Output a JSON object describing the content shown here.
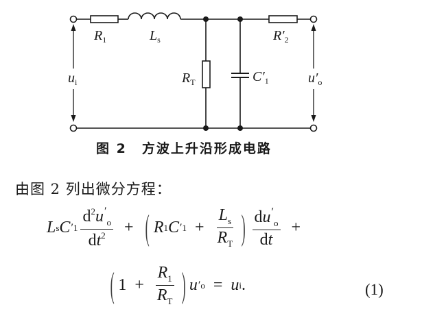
{
  "figure": {
    "labels": {
      "r1": {
        "main": "R",
        "sub": "1"
      },
      "ls": {
        "main": "L",
        "sub": "s"
      },
      "r2": {
        "main": "R′",
        "sub": "2"
      },
      "ui": {
        "main": "u",
        "sub": "i"
      },
      "rt": {
        "main": "R",
        "sub": "T"
      },
      "c1": {
        "main": "C′",
        "sub": "1"
      },
      "uo": {
        "main": "u′",
        "sub": "o"
      }
    },
    "caption_number": "图 2",
    "caption_title": "方波上升沿形成电路"
  },
  "text": {
    "intro": "由图 2 列出微分方程："
  },
  "equation": {
    "L": "L",
    "s": "s",
    "C": "C",
    "one": "1",
    "prime": "′",
    "d": "d",
    "two": "2",
    "u": "u",
    "o": "o",
    "t": "t",
    "plus": "+",
    "R": "R",
    "T": "T",
    "eq": "=",
    "i": "i",
    "period": ".",
    "lp": "(",
    "rp": ")",
    "number": "(1)"
  }
}
